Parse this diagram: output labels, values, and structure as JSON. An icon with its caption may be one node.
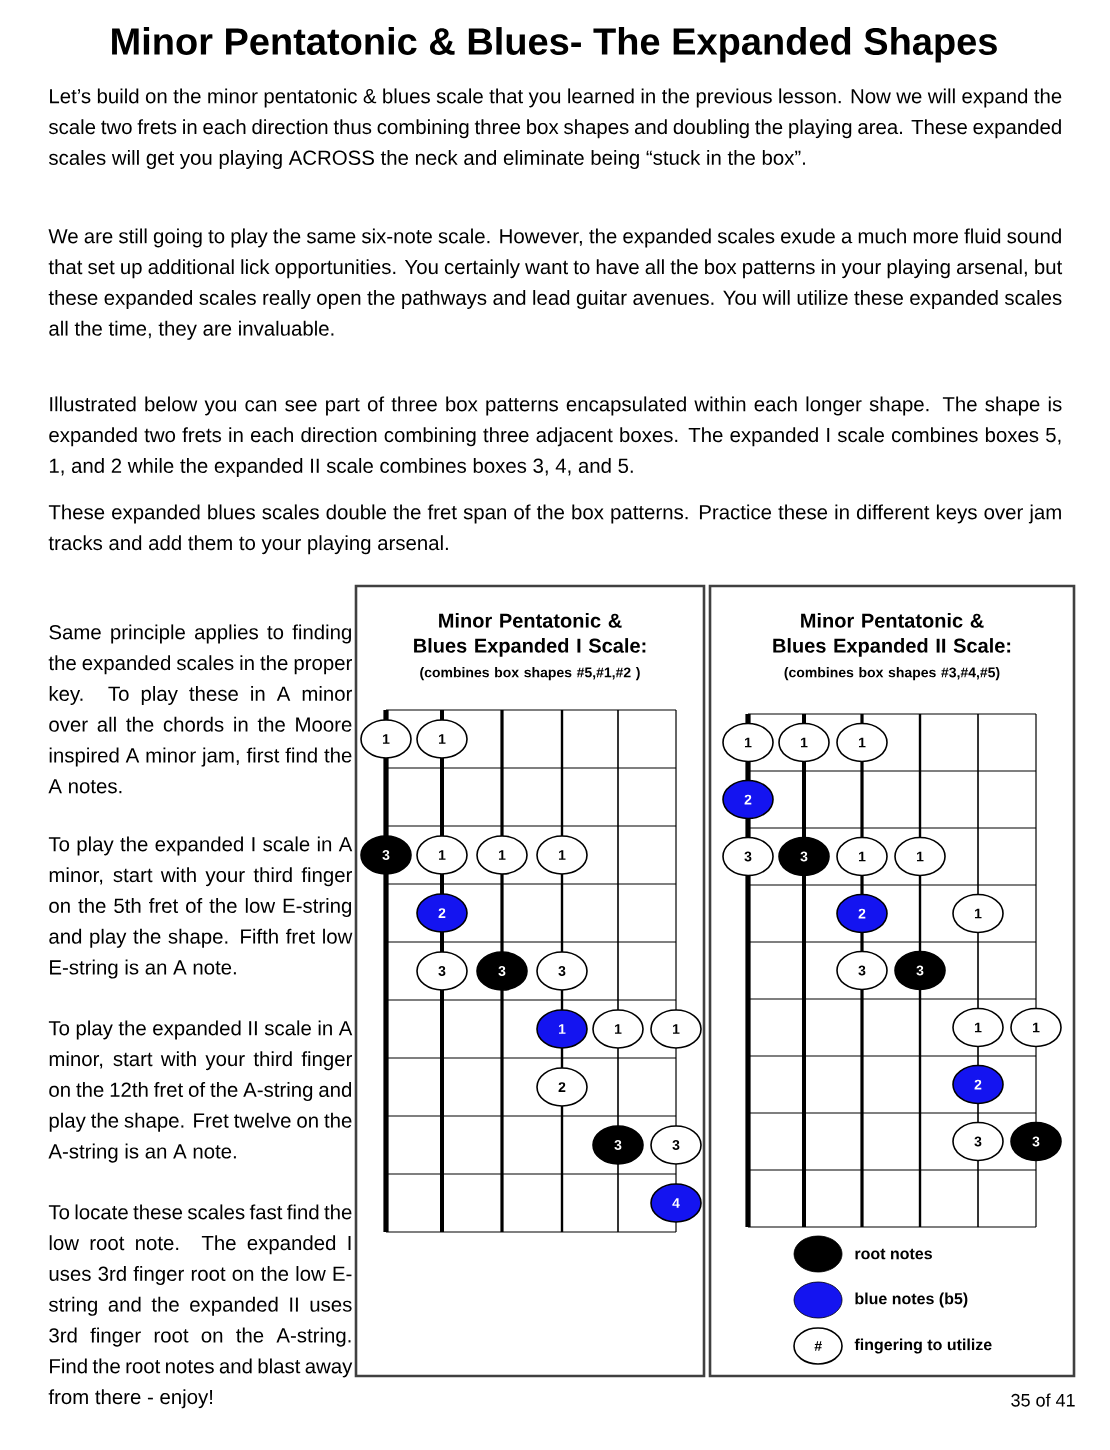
{
  "diagram": {
    "title": "Minor Pentatonic & Blues- The Expanded Shapes",
    "nodes": [
      {
        "text": [
          "Minor Pentatonic & Blues Expanded I Scale:",
          "(combines box shapes #5,#1,#2 )"
        ]
      },
      {
        "text": [
          "1"
        ],
        "in": 0
      },
      {
        "text": [
          "1"
        ],
        "in": 0
      },
      {
        "text": [
          "3"
        ],
        "in": 0
      },
      {
        "text": [
          "1"
        ],
        "in": 0
      },
      {
        "text": [
          "1"
        ],
        "in": 0
      },
      {
        "text": [
          "1"
        ],
        "in": 0
      },
      {
        "text": [
          "2"
        ],
        "in": 0
      },
      {
        "text": [
          "3"
        ],
        "in": 0
      },
      {
        "text": [
          "3"
        ],
        "in": 0
      },
      {
        "text": [
          "3"
        ],
        "in": 0
      },
      {
        "text": [
          "1"
        ],
        "in": 0
      },
      {
        "text": [
          "1"
        ],
        "in": 0
      },
      {
        "text": [
          "1"
        ],
        "in": 0
      },
      {
        "text": [
          "2"
        ],
        "in": 0
      },
      {
        "text": [
          "3"
        ],
        "in": 0
      },
      {
        "text": [
          "3"
        ],
        "in": 0
      },
      {
        "text": [
          "4"
        ],
        "in": 0
      },
      {
        "text": [
          "Minor Pentatonic & Blues Expanded II Scale:",
          "(combines box shapes #3,#4,#5)"
        ]
      },
      {
        "text": [
          "1"
        ],
        "in": 18
      },
      {
        "text": [
          "1"
        ],
        "in": 18
      },
      {
        "text": [
          "1"
        ],
        "in": 18
      },
      {
        "text": [
          "2"
        ],
        "in": 18
      },
      {
        "text": [
          "3"
        ],
        "in": 18
      },
      {
        "text": [
          "3"
        ],
        "in": 18
      },
      {
        "text": [
          "1"
        ],
        "in": 18
      },
      {
        "text": [
          "1"
        ],
        "in": 18
      },
      {
        "text": [
          "2"
        ],
        "in": 18
      },
      {
        "text": [
          "1"
        ],
        "in": 18
      },
      {
        "text": [
          "3"
        ],
        "in": 18
      },
      {
        "text": [
          "3"
        ],
        "in": 18
      },
      {
        "text": [
          "1"
        ],
        "in": 18
      },
      {
        "text": [
          "1"
        ],
        "in": 18
      },
      {
        "text": [
          "2"
        ],
        "in": 18
      },
      {
        "text": [
          "3"
        ],
        "in": 18
      },
      {
        "text": [
          "3"
        ],
        "in": 18
      }
    ],
    "labels": [
      "Let’s build on the minor pentatonic & blues scale that you learned in the previous lesson. Now we will expand the scale two frets in each direction thus combining three box shapes and doubling the playing area. These expanded scales will get you playing ACROSS the neck and eliminate being “stuck in the box”.",
      "We are still going to play the same six-note scale. However, the expanded scales exude a much more fluid sound that set up additional lick opportunities. You certainly want to have all the box patterns in your playing arsenal, but these expanded scales really open the pathways and lead guitar avenues. You will utilize these expanded scales all the time, they are invaluable.",
      "Illustrated below you can see part of three box patterns encapsulated within each longer shape. The shape is expanded two frets in each direction combining three adjacent boxes. The expanded I scale combines boxes 5, 1, and 2 while the expanded II scale combines boxes 3, 4, and 5.",
      "These expanded blues scales double the fret span of the box patterns. Practice these in different keys over jam tracks and add them to your playing arsenal.",
      "Same principle applies to finding the expanded scales in the proper key. To play these in A minor over all the chords in the Moore inspired A minor jam, first find the A notes.",
      "To play the expanded I scale in A minor, start with your third finger on the 5th fret of the low E-string and play the shape. Fifth fret low E-string is an A note.",
      "To play the expanded II scale in A minor, start with your third finger on the 12th fret of the A-string and play the shape. Fret twelve on the A-string is an A note.",
      "To locate these scales fast find the low root note. The expanded I uses 3rd finger root on the low E-string and the expanded II uses 3rd finger root on the A-string. Find the root notes and blast away from there - enjoy!",
      "#",
      "35 of 41"
    ],
    "legend": [
      {
        "text": "root notes",
        "color": "#000000"
      },
      {
        "text": "blue notes (b5)",
        "color": "#1414f0"
      },
      {
        "text": "fingering to utilize"
      }
    ]
  }
}
